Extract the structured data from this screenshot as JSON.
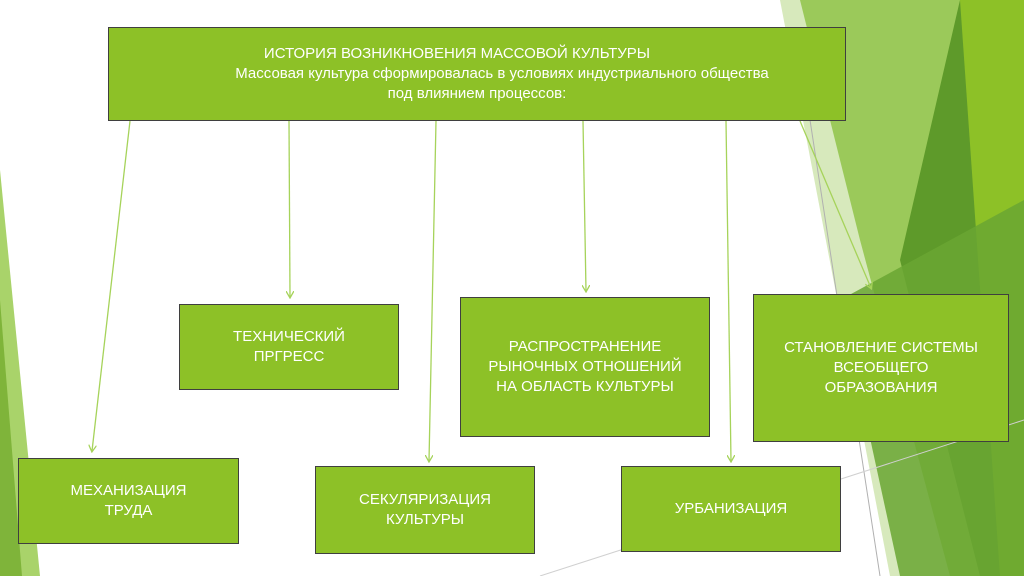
{
  "title": {
    "heading": "ИСТОРИЯ ВОЗНИКНОВЕНИЯ МАССОВОЙ КУЛЬТУРЫ",
    "line2": "Массовая культура сформировалась в условиях индустриального общества",
    "line3": "под влиянием процессов:"
  },
  "boxes": {
    "tech": {
      "line1": "ТЕХНИЧЕСКИЙ",
      "line2": "ПРГРЕСС"
    },
    "market": {
      "line1": "РАСПРОСТРАНЕНИЕ",
      "line2": "РЫНОЧНЫХ ОТНОШЕНИЙ",
      "line3": "НА ОБЛАСТЬ КУЛЬТУРЫ"
    },
    "education": {
      "line1": "СТАНОВЛЕНИЕ СИСТЕМЫ",
      "line2": "ВСЕОБЩЕГО",
      "line3": "ОБРАЗОВАНИЯ"
    },
    "mechanization": {
      "line1": "МЕХАНИЗАЦИЯ",
      "line2": "ТРУДА"
    },
    "secularization": {
      "line1": "СЕКУЛЯРИЗАЦИЯ",
      "line2": "КУЛЬТУРЫ"
    },
    "urbanization": {
      "line1": "УРБАНИЗАЦИЯ"
    }
  },
  "colors": {
    "box_fill": "#8dc127",
    "box_border": "#3f3f3f",
    "arrow": "#a6d35a",
    "decor_dark": "#5e9a2a",
    "decor_mid": "#7fb43a",
    "decor_light": "#c9e2a3"
  }
}
